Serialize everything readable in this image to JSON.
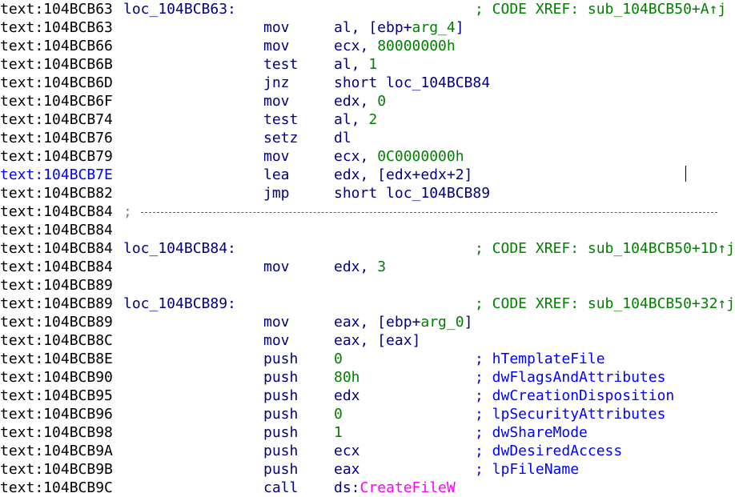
{
  "lines": [
    {
      "addr": "text:104BCB63",
      "label": "loc_104BCB63:",
      "comment": "; CODE XREF: sub_104BCB50+A↑j"
    },
    {
      "addr": "text:104BCB63",
      "mnemonic": "mov",
      "ops": [
        {
          "t": "al, [ebp+",
          "c": "plain"
        },
        {
          "t": "arg_4",
          "c": "num"
        },
        {
          "t": "]",
          "c": "plain"
        }
      ]
    },
    {
      "addr": "text:104BCB66",
      "mnemonic": "mov",
      "ops": [
        {
          "t": "ecx, ",
          "c": "plain"
        },
        {
          "t": "80000000h",
          "c": "num"
        }
      ]
    },
    {
      "addr": "text:104BCB6B",
      "mnemonic": "test",
      "ops": [
        {
          "t": "al, ",
          "c": "plain"
        },
        {
          "t": "1",
          "c": "num"
        }
      ]
    },
    {
      "addr": "text:104BCB6D",
      "mnemonic": "jnz",
      "ops": [
        {
          "t": "short loc_104BCB84",
          "c": "plain"
        }
      ]
    },
    {
      "addr": "text:104BCB6F",
      "mnemonic": "mov",
      "ops": [
        {
          "t": "edx, ",
          "c": "plain"
        },
        {
          "t": "0",
          "c": "num"
        }
      ]
    },
    {
      "addr": "text:104BCB74",
      "mnemonic": "test",
      "ops": [
        {
          "t": "al, ",
          "c": "plain"
        },
        {
          "t": "2",
          "c": "num"
        }
      ]
    },
    {
      "addr": "text:104BCB76",
      "mnemonic": "setz",
      "ops": [
        {
          "t": "dl",
          "c": "plain"
        }
      ]
    },
    {
      "addr": "text:104BCB79",
      "mnemonic": "mov",
      "ops": [
        {
          "t": "ecx, ",
          "c": "plain"
        },
        {
          "t": "0C0000000h",
          "c": "num"
        }
      ]
    },
    {
      "addr": "text:104BCB7E",
      "selected": true,
      "mnemonic": "lea",
      "ops": [
        {
          "t": "edx, [edx+edx+2]",
          "c": "plain"
        }
      ]
    },
    {
      "addr": "text:104BCB82",
      "mnemonic": "jmp",
      "ops": [
        {
          "t": "short loc_104BCB89",
          "c": "plain"
        }
      ]
    },
    {
      "addr": "text:104BCB84",
      "separator": ";"
    },
    {
      "addr": "text:104BCB84"
    },
    {
      "addr": "text:104BCB84",
      "label": "loc_104BCB84:",
      "comment": "; CODE XREF: sub_104BCB50+1D↑j"
    },
    {
      "addr": "text:104BCB84",
      "mnemonic": "mov",
      "ops": [
        {
          "t": "edx, ",
          "c": "plain"
        },
        {
          "t": "3",
          "c": "num"
        }
      ]
    },
    {
      "addr": "text:104BCB89"
    },
    {
      "addr": "text:104BCB89",
      "label": "loc_104BCB89:",
      "comment": "; CODE XREF: sub_104BCB50+32↑j"
    },
    {
      "addr": "text:104BCB89",
      "mnemonic": "mov",
      "ops": [
        {
          "t": "eax, [ebp+",
          "c": "plain"
        },
        {
          "t": "arg_0",
          "c": "num"
        },
        {
          "t": "]",
          "c": "plain"
        }
      ]
    },
    {
      "addr": "text:104BCB8C",
      "mnemonic": "mov",
      "ops": [
        {
          "t": "eax, [eax]",
          "c": "plain"
        }
      ]
    },
    {
      "addr": "text:104BCB8E",
      "mnemonic": "push",
      "ops": [
        {
          "t": "0",
          "c": "num"
        }
      ],
      "comment": "; hTemplateFile",
      "comment_color": "blue"
    },
    {
      "addr": "text:104BCB90",
      "mnemonic": "push",
      "ops": [
        {
          "t": "80h",
          "c": "num"
        }
      ],
      "comment": "; dwFlagsAndAttributes",
      "comment_color": "blue"
    },
    {
      "addr": "text:104BCB95",
      "mnemonic": "push",
      "ops": [
        {
          "t": "edx",
          "c": "plain"
        }
      ],
      "comment": "; dwCreationDisposition",
      "comment_color": "blue"
    },
    {
      "addr": "text:104BCB96",
      "mnemonic": "push",
      "ops": [
        {
          "t": "0",
          "c": "num"
        }
      ],
      "comment": "; lpSecurityAttributes",
      "comment_color": "blue"
    },
    {
      "addr": "text:104BCB98",
      "mnemonic": "push",
      "ops": [
        {
          "t": "1",
          "c": "num"
        }
      ],
      "comment": "; dwShareMode",
      "comment_color": "blue"
    },
    {
      "addr": "text:104BCB9A",
      "mnemonic": "push",
      "ops": [
        {
          "t": "ecx",
          "c": "plain"
        }
      ],
      "comment": "; dwDesiredAccess",
      "comment_color": "blue"
    },
    {
      "addr": "text:104BCB9B",
      "mnemonic": "push",
      "ops": [
        {
          "t": "eax",
          "c": "plain"
        }
      ],
      "comment": "; lpFileName",
      "comment_color": "blue"
    },
    {
      "addr": "text:104BCB9C",
      "mnemonic": "call",
      "ops": [
        {
          "t": "ds:",
          "c": "plain"
        },
        {
          "t": "CreateFileW",
          "c": "imp"
        }
      ]
    }
  ],
  "colors": {
    "address": "#000000",
    "address_selected": "#0000ff",
    "code": "#000080",
    "number": "#008000",
    "xref_comment": "#008000",
    "arg_comment": "#0000ff",
    "import_name": "#ff00ff",
    "separator": "#606060"
  }
}
